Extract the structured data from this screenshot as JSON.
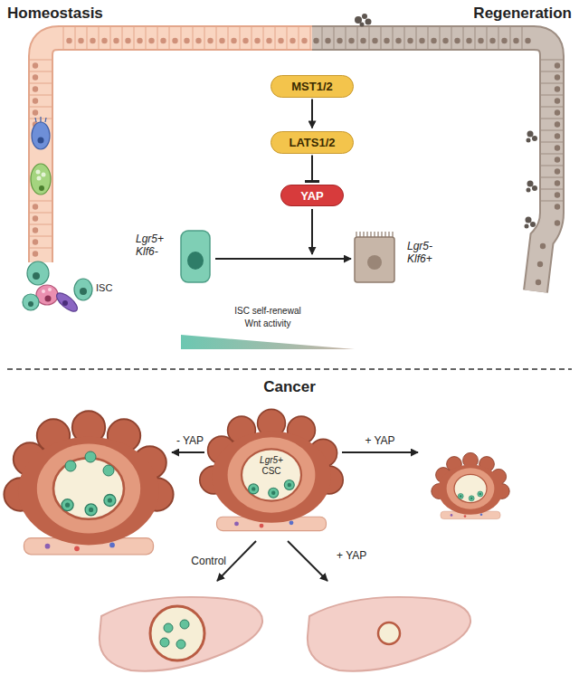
{
  "diagram": {
    "nodes": [
      {
        "text": [
          "MST1/2"
        ]
      },
      {
        "text": [
          "LATS1/2"
        ]
      },
      {
        "text": [
          "YAP"
        ]
      }
    ],
    "edges": [
      {
        "from": 0,
        "to": 1,
        "arrow": "to"
      },
      {
        "from": 1,
        "to": 2,
        "arrow": "to"
      }
    ],
    "labels": [
      "Homeostasis",
      "Regeneration",
      "ISC",
      "Lgr5+ Klf6-",
      "Lgr5- Klf6+",
      "ISC self-renewal",
      "Wnt activity",
      "Cancer",
      "Lgr5+",
      "CSC",
      "- YAP",
      "+ YAP",
      "Control",
      "+ YAP"
    ]
  }
}
